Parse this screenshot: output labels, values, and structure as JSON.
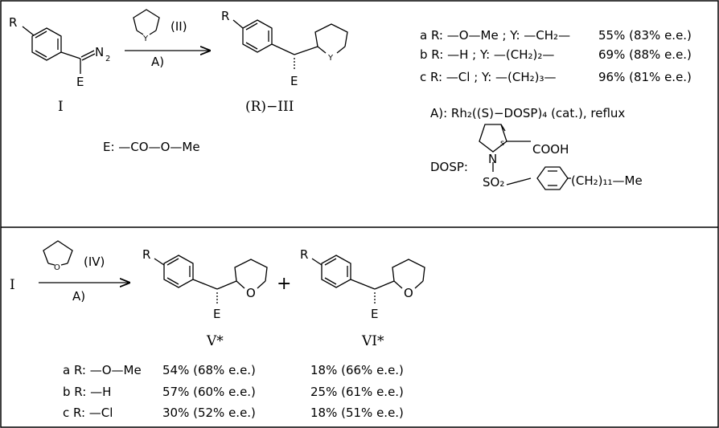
{
  "scheme": {
    "top": {
      "substituent_R": "R",
      "diazo_label": "N",
      "diazo_subscript": "2",
      "ester_E": "E",
      "reagent_id": "(II)",
      "ring_Y": "Y",
      "arrow_condition": "A)",
      "compound_I": "I",
      "product_label": "(R)−III",
      "product_R": "R",
      "product_E": "E",
      "product_Y": "Y",
      "E_def": "E: —CO—O—Me"
    },
    "variants_top": [
      {
        "row": "a R: —O—Me ; Y: —CH₂—",
        "yield": "55% (83% e.e.)"
      },
      {
        "row": "b R: —H ; Y: —(CH₂)₂—",
        "yield": "69% (88% e.e.)"
      },
      {
        "row": "c R: —Cl ; Y: —(CH₂)₃—",
        "yield": "96% (81% e.e.)"
      }
    ],
    "conditions": {
      "line": "A): Rh₂((S)−DOSP)₄ (cat.),  reflux",
      "dosp_label": "DOSP:",
      "n_label": "N",
      "s_label": "s",
      "cooh": "COOH",
      "so2": "SO₂",
      "chain": "(CH₂)₁₁—Me"
    },
    "bottom": {
      "compound_I": "I",
      "reagent_id": "(IV)",
      "ring_O": "O",
      "arrow_condition": "A)",
      "plus": "+",
      "product_V": "V*",
      "product_VI": "VI*",
      "R": "R",
      "E": "E",
      "O": "O"
    },
    "variants_bottom": [
      {
        "row": "a R: —O—Me",
        "V": "54% (68% e.e.)",
        "VI": "18% (66% e.e.)"
      },
      {
        "row": "b R: —H",
        "V": "57% (60% e.e.)",
        "VI": "25% (61% e.e.)"
      },
      {
        "row": "c R: —Cl",
        "V": "30% (52% e.e.)",
        "VI": "18% (51% e.e.)"
      }
    ]
  }
}
